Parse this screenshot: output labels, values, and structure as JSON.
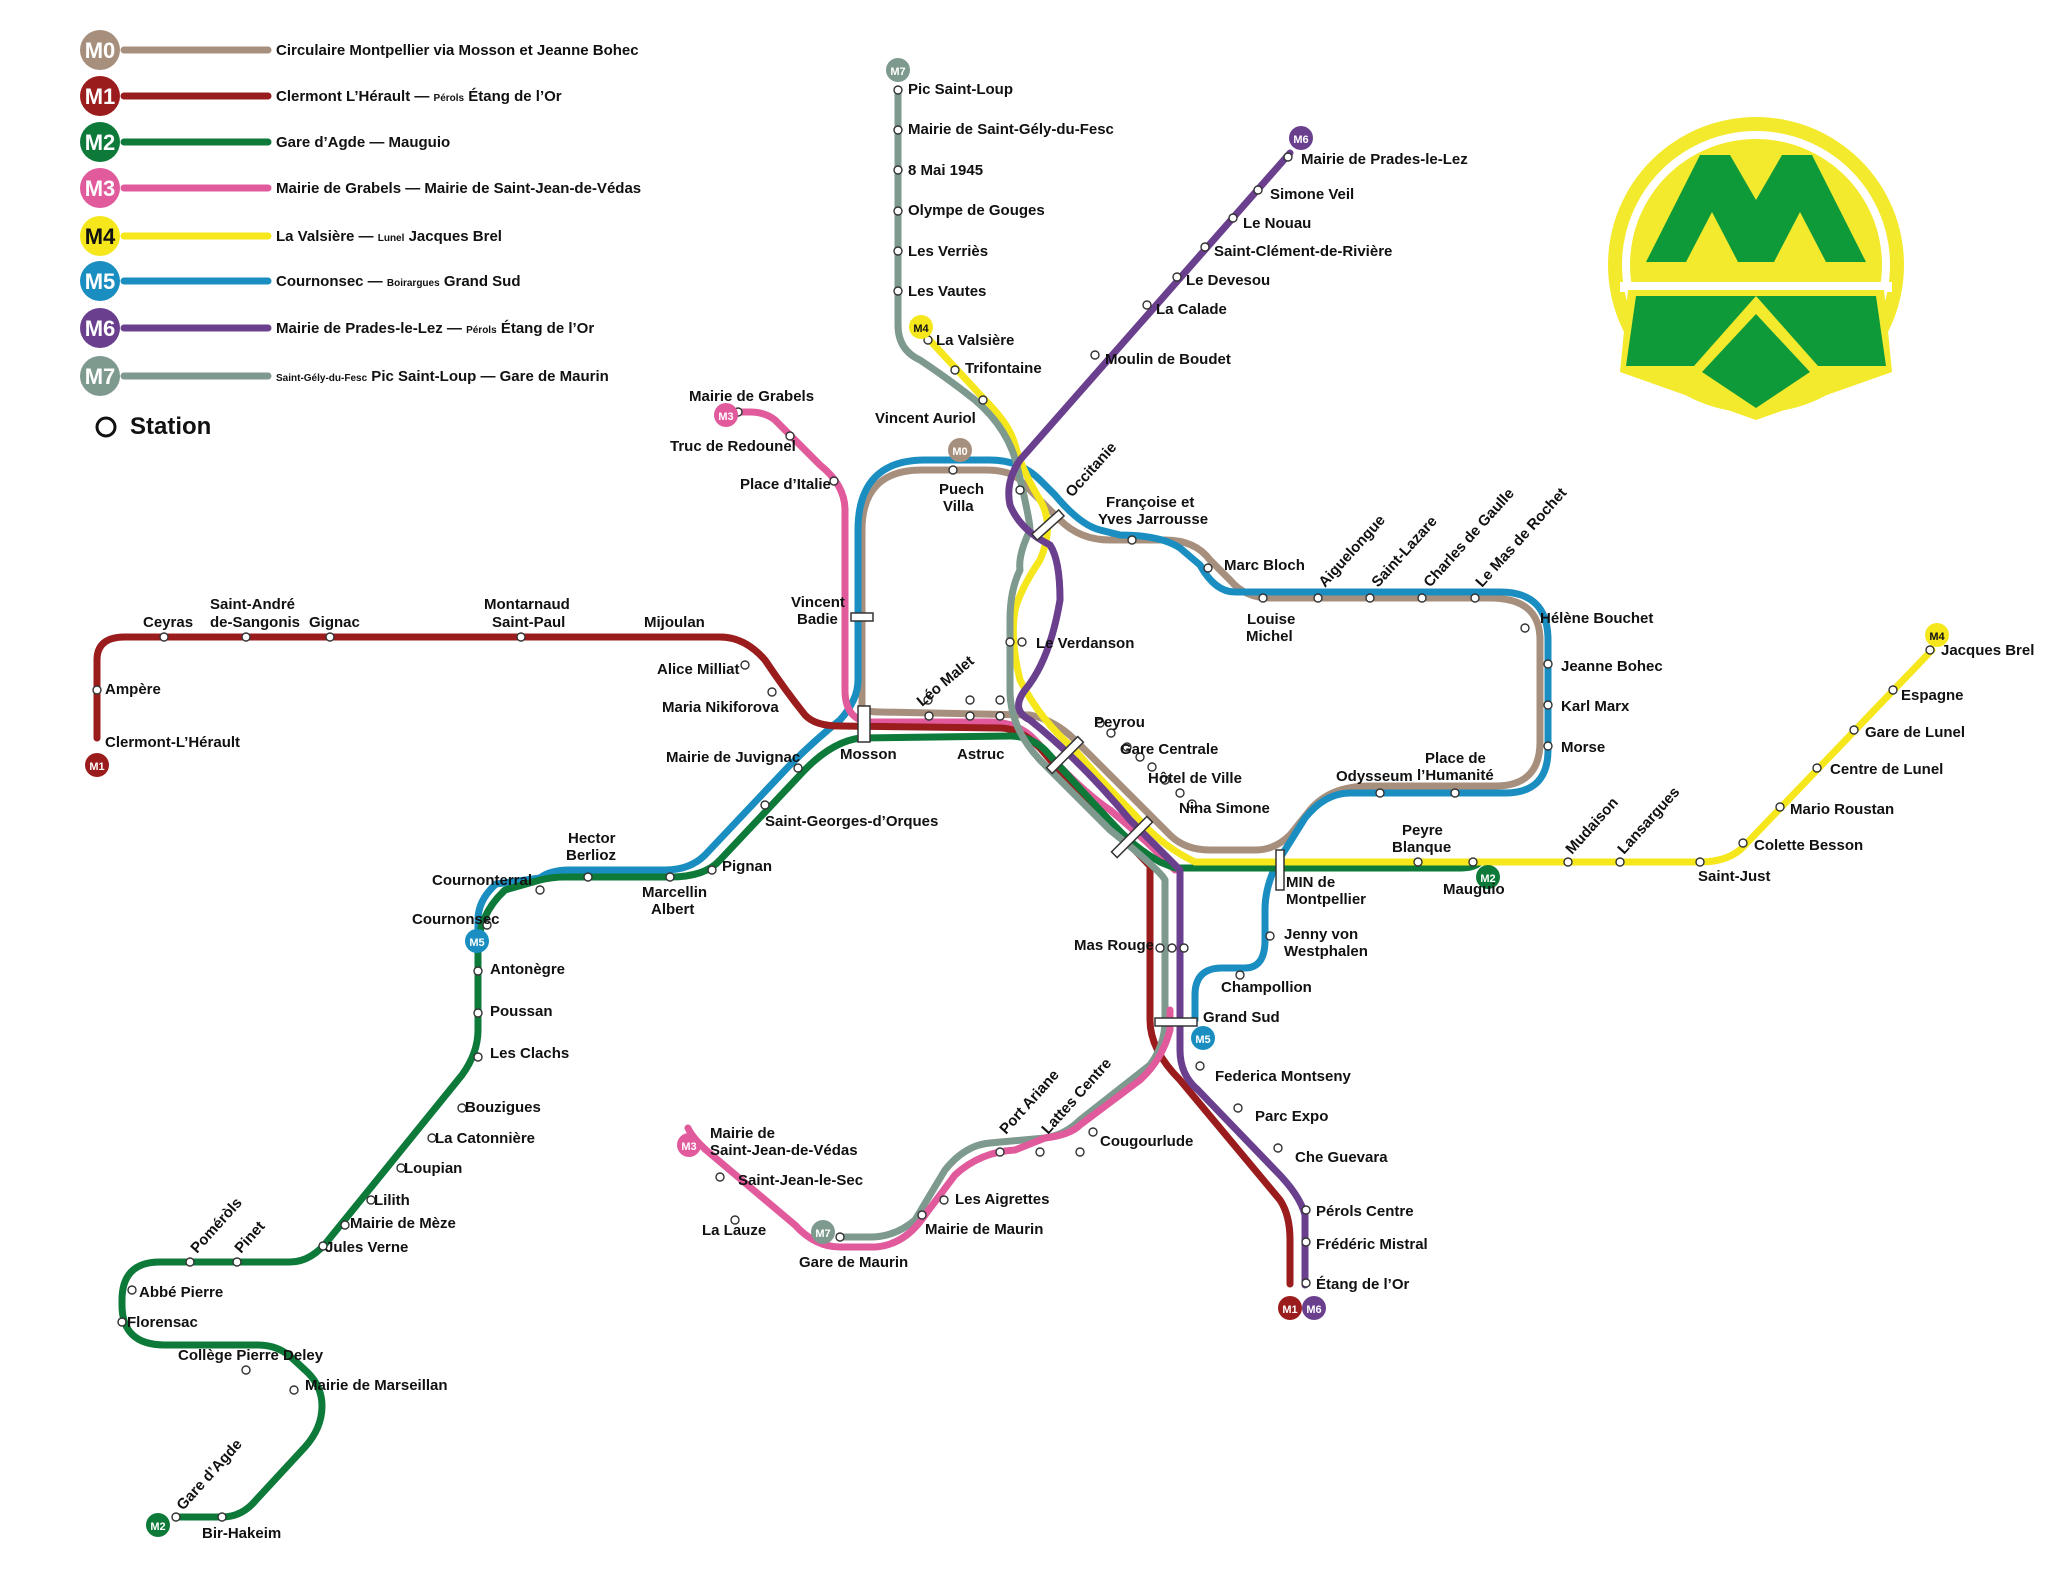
{
  "colors": {
    "M0": "#a78f7d",
    "M1": "#9b1c1c",
    "M2": "#0d7a3a",
    "M3": "#e05a9c",
    "M4": "#f5e71c",
    "M5": "#1a8ec0",
    "M6": "#6a3f8e",
    "M7": "#7e998e",
    "logo_yellow": "#f3ea2e",
    "logo_green": "#0f9a3a"
  },
  "legend": {
    "items": [
      {
        "id": "M0",
        "badge": "M0",
        "text": "Circulaire Montpellier via Mosson et Jeanne Bohec"
      },
      {
        "id": "M1",
        "badge": "M1",
        "text_main": "Clermont L’Hérault — ",
        "text_small": "Pérols",
        "text_tail": " Étang de l’Or"
      },
      {
        "id": "M2",
        "badge": "M2",
        "text": "Gare d’Agde — Mauguio"
      },
      {
        "id": "M3",
        "badge": "M3",
        "text": "Mairie de Grabels — Mairie de Saint-Jean-de-Védas"
      },
      {
        "id": "M4",
        "badge": "M4",
        "text_main": "La Valsière — ",
        "text_small": "Lunel",
        "text_tail": " Jacques Brel"
      },
      {
        "id": "M5",
        "badge": "M5",
        "text_main": "Cournonsec — ",
        "text_small": "Boirargues",
        "text_tail": " Grand Sud"
      },
      {
        "id": "M6",
        "badge": "M6",
        "text_main": "Mairie de Prades-le-Lez — ",
        "text_small": "Pérols",
        "text_tail": " Étang de l’Or"
      },
      {
        "id": "M7",
        "badge": "M7",
        "text_pre_small": "Saint-Gély-du-Fesc",
        "text_tail": " Pic Saint-Loup — Gare de Maurin"
      }
    ],
    "station_label": "Station"
  },
  "terminal_badges": [
    {
      "line": "M7",
      "text": "M7"
    },
    {
      "line": "M6",
      "text": "M6"
    },
    {
      "line": "M4",
      "text": "M4"
    },
    {
      "line": "M3",
      "text": "M3"
    },
    {
      "line": "M0",
      "text": "M0"
    },
    {
      "line": "M1",
      "text": "M1"
    },
    {
      "line": "M4",
      "text": "M4"
    },
    {
      "line": "M2",
      "text": "M2"
    },
    {
      "line": "M5",
      "text": "M5"
    },
    {
      "line": "M5",
      "text": "M5"
    },
    {
      "line": "M3",
      "text": "M3"
    },
    {
      "line": "M7",
      "text": "M7"
    },
    {
      "line": "M1",
      "text": "M1"
    },
    {
      "line": "M6",
      "text": "M6"
    },
    {
      "line": "M2",
      "text": "M2"
    }
  ],
  "stations": {
    "m7": [
      "Pic Saint-Loup",
      "Mairie de Saint-Gély-du-Fesc",
      "8 Mai 1945",
      "Olympe de Gouges",
      "Les Verriès",
      "Les Vautes"
    ],
    "m4_north": [
      "La Valsière",
      "Trifontaine",
      "Vincent Auriol"
    ],
    "m6_north": [
      "Mairie de Prades-le-Lez",
      "Simone Veil",
      "Le Nouau",
      "Saint-Clément-de-Rivière",
      "Le Devesou",
      "La Calade",
      "Moulin de Boudet"
    ],
    "m3_north": [
      "Mairie de Grabels",
      "Truc de Redounel",
      "Place d’Italie"
    ],
    "core": [
      "Puech",
      "Villa",
      "Occitanie",
      "Françoise et",
      "Yves Jarrousse",
      "Vincent",
      "Badie",
      "Le Verdanson",
      "Léo Malet",
      "Peyrou",
      "Gare Centrale",
      "Hôtel de Ville",
      "Nina Simone",
      "Mosson",
      "Astruc"
    ],
    "east": [
      "Marc Bloch",
      "Louise",
      "Michel",
      "Aiguelongue",
      "Saint-Lazare",
      "Charles de Gaulle",
      "Le Mas de Rochet",
      "Hélène Bouchet",
      "Jeanne Bohec",
      "Karl Marx",
      "Morse",
      "Odysseum",
      "Place de",
      "l’Humanité"
    ],
    "m1_west": [
      "Ceyras",
      "Saint-André",
      "de-Sangonis",
      "Gignac",
      "Montarnaud",
      "Saint-Paul",
      "Mijoulan",
      "Alice Milliat",
      "Maria Nikiforova",
      "Ampère",
      "Clermont-L’Hérault"
    ],
    "southwest": [
      "Mairie de Juvignac",
      "Saint-Georges-d’Orques",
      "Pignan",
      "Hector",
      "Berlioz",
      "Cournonterral",
      "Marcellin",
      "Albert",
      "Cournonsec"
    ],
    "m2_west": [
      "Antonègre",
      "Poussan",
      "Les Clachs",
      "Bouzigues",
      "La Catonnière",
      "Loupian",
      "Lilith",
      "Mairie de Mèze",
      "Jules Verne",
      "Poméròls",
      "Pinet",
      "Abbé Pierre",
      "Florensac",
      "Collège Pierre Deley",
      "Mairie de Marseillan",
      "Gare d’Agde",
      "Bir-Hakeim"
    ],
    "m4_east": [
      "Jacques Brel",
      "Espagne",
      "Gare de Lunel",
      "Centre de Lunel",
      "Mario Roustan",
      "Colette Besson",
      "Saint-Just",
      "Mudaison",
      "Lansargues",
      "Peyre",
      "Blanque",
      "Mauguio",
      "MIN de",
      "Montpellier"
    ],
    "south": [
      "Mas Rouge",
      "Jenny von",
      "Westphalen",
      "Champollion",
      "Grand Sud",
      "Federica Montseny",
      "Parc Expo",
      "Che Guevara",
      "Pérols Centre",
      "Frédéric Mistral",
      "Étang de l’Or",
      "Cougourlude",
      "Lattes Centre",
      "Port Ariane",
      "Les Aigrettes",
      "Mairie de Maurin",
      "Gare de Maurin",
      "La Lauze",
      "Saint-Jean-le-Sec",
      "Mairie de",
      "Saint-Jean-de-Védas"
    ]
  }
}
